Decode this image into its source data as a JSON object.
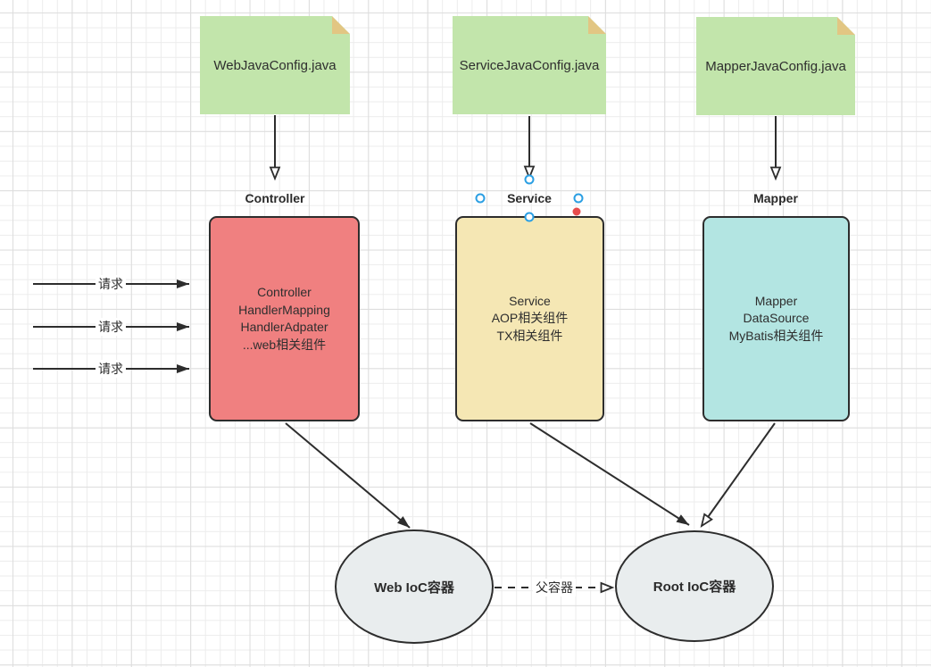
{
  "colors": {
    "canvas": "#ffffff",
    "grid-minor": "#ececec",
    "grid-major": "#dddddd",
    "stroke": "#2d2d2d",
    "text": "#2e2e2e",
    "doc-fill": "#c2e5ab",
    "doc-fold": "#e2c683",
    "controller-fill": "#f08080",
    "service-fill": "#f5e7b4",
    "mapper-fill": "#b3e5e2",
    "container-fill": "#e9edee",
    "handle-blue": "#2b9fe3",
    "handle-red": "#e84d4d",
    "label-bg": "#ffffff"
  },
  "documents": [
    {
      "label": "WebJavaConfig.java"
    },
    {
      "label": "ServiceJavaConfig.java"
    },
    {
      "label": "MapperJavaConfig.java"
    }
  ],
  "layer_labels": [
    {
      "label": "Controller"
    },
    {
      "label": "Service"
    },
    {
      "label": "Mapper"
    }
  ],
  "boxes": [
    {
      "lines": [
        "Controller",
        "HandlerMapping",
        "HandlerAdpater",
        "...web相关组件"
      ]
    },
    {
      "lines": [
        "Service",
        "AOP相关组件",
        "TX相关组件"
      ]
    },
    {
      "lines": [
        "Mapper",
        "DataSource",
        "MyBatis相关组件"
      ]
    }
  ],
  "request_arrows": [
    {
      "label": "请求"
    },
    {
      "label": "请求"
    },
    {
      "label": "请求"
    }
  ],
  "containers": [
    {
      "label": "Web IoC容器"
    },
    {
      "label": "Root IoC容器"
    }
  ],
  "parent_edge": {
    "label": "父容器"
  }
}
